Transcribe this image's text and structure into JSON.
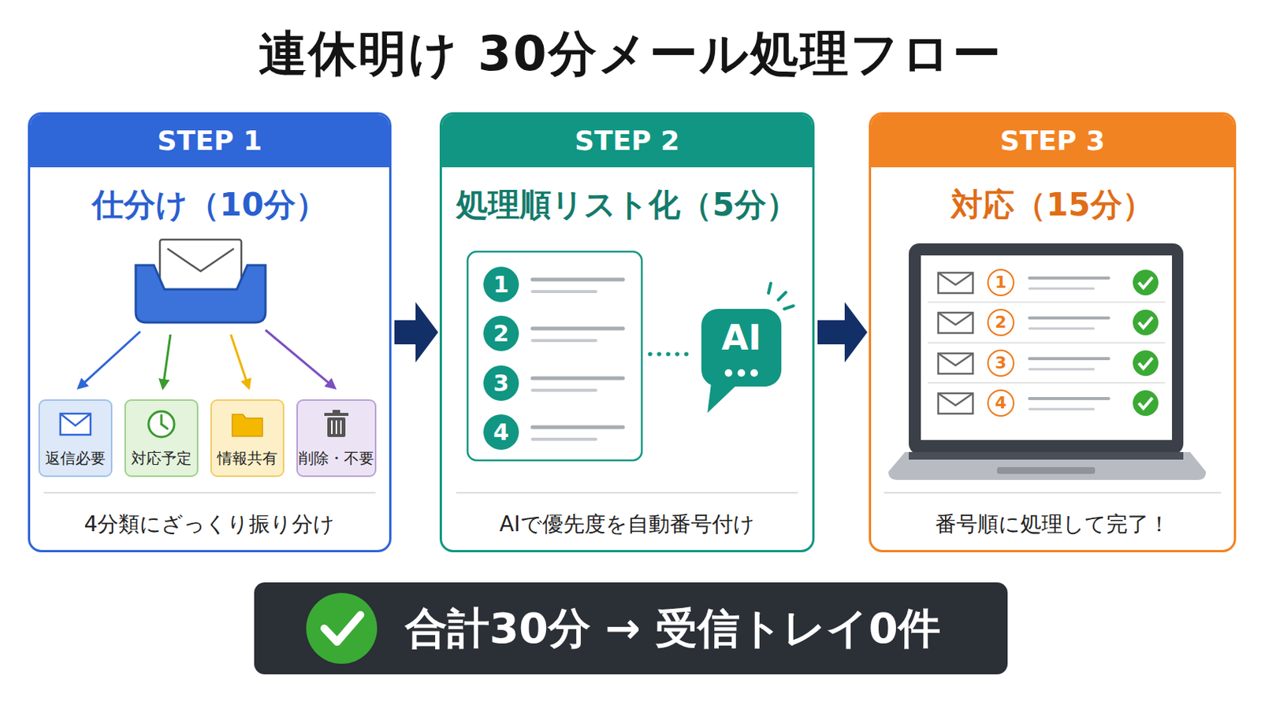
{
  "diagram": {
    "title": "連休明け 30分メール処理フロー",
    "nodes": [
      {
        "text": [
          "STEP 1",
          "仕分け（10分）",
          "4分類にざっくり振り分け"
        ]
      },
      {
        "text": [
          "返信必要"
        ],
        "in": 0
      },
      {
        "text": [
          "対応予定"
        ],
        "in": 0
      },
      {
        "text": [
          "情報共有"
        ],
        "in": 0
      },
      {
        "text": [
          "削除・不要"
        ],
        "in": 0
      },
      {
        "text": [
          "STEP 2",
          "処理順リスト化（5分）",
          "AIで優先度を自動番号付け"
        ]
      },
      {
        "text": [
          "1"
        ],
        "in": 5
      },
      {
        "text": [
          "2"
        ],
        "in": 5
      },
      {
        "text": [
          "3"
        ],
        "in": 5
      },
      {
        "text": [
          "4"
        ],
        "in": 5
      },
      {
        "text": [
          "AI"
        ],
        "in": 5
      },
      {
        "text": [
          "STEP 3",
          "対応（15分）",
          "番号順に処理して完了！"
        ]
      },
      {
        "text": [
          "1"
        ],
        "in": 11
      },
      {
        "text": [
          "2"
        ],
        "in": 11
      },
      {
        "text": [
          "3"
        ],
        "in": 11
      },
      {
        "text": [
          "4"
        ],
        "in": 11
      },
      {
        "text": [
          "合計30分 → 受信トレイ0件"
        ]
      }
    ],
    "edges": [
      {
        "from": 0,
        "to": 5,
        "arrow": "to"
      },
      {
        "from": 5,
        "to": 11,
        "arrow": "to"
      }
    ]
  }
}
